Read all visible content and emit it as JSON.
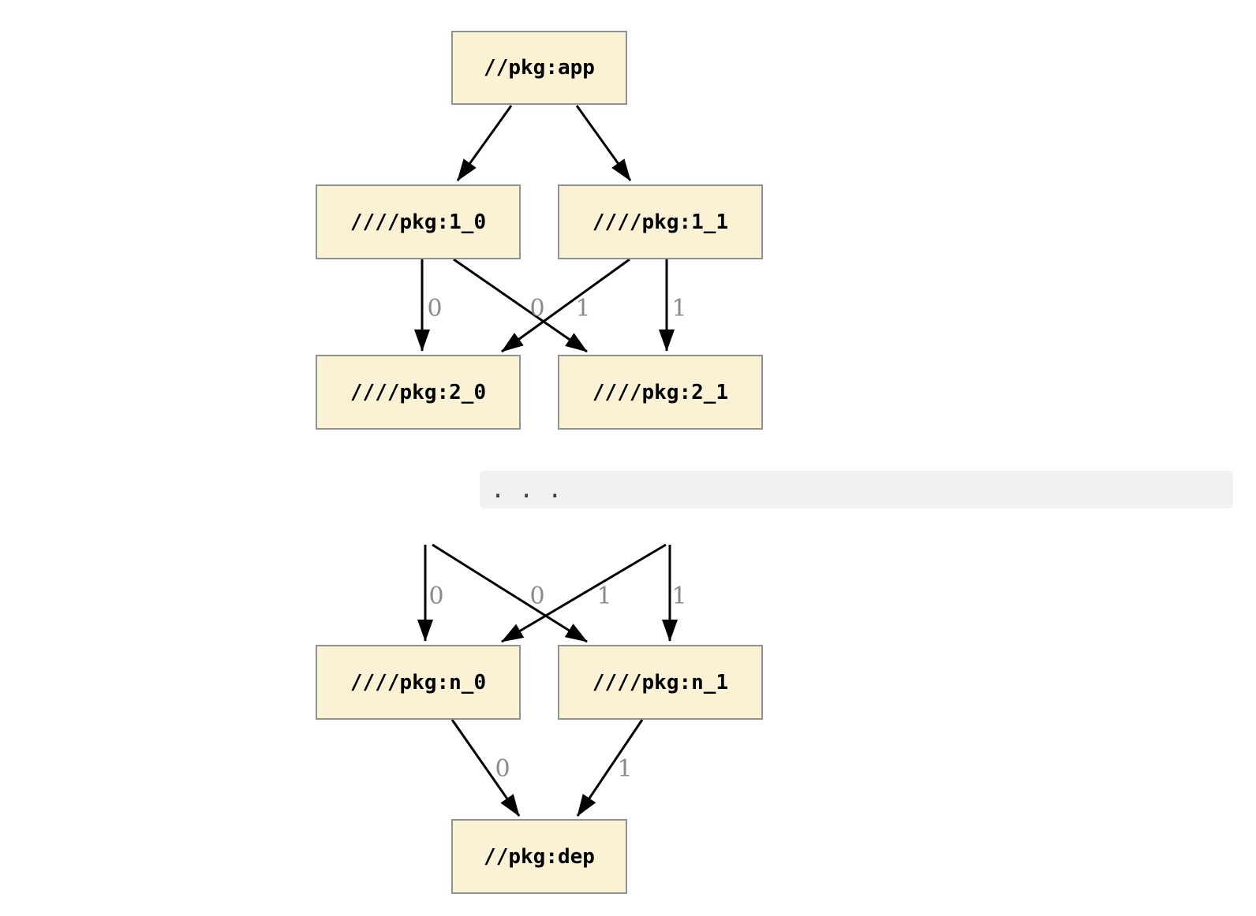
{
  "diagram": {
    "nodes": {
      "app": "//pkg:app",
      "v1_0": "////pkg:1_0",
      "v1_1": "////pkg:1_1",
      "v2_0": "////pkg:2_0",
      "v2_1": "////pkg:2_1",
      "vn_0": "////pkg:n_0",
      "vn_1": "////pkg:n_1",
      "dep": "//pkg:dep"
    },
    "ellipsis": ". . .",
    "edges": [
      {
        "from": "app",
        "to": "1_0",
        "label": ""
      },
      {
        "from": "app",
        "to": "1_1",
        "label": ""
      },
      {
        "from": "1_0",
        "to": "2_0",
        "label": "0"
      },
      {
        "from": "1_0",
        "to": "2_1",
        "label": "1"
      },
      {
        "from": "1_1",
        "to": "2_0",
        "label": "0"
      },
      {
        "from": "1_1",
        "to": "2_1",
        "label": "1"
      },
      {
        "from": "ellipsis-left",
        "to": "n_0",
        "label": "0"
      },
      {
        "from": "ellipsis-left",
        "to": "n_1",
        "label": "1"
      },
      {
        "from": "ellipsis-right",
        "to": "n_0",
        "label": "0"
      },
      {
        "from": "ellipsis-right",
        "to": "n_1",
        "label": "1"
      },
      {
        "from": "n_0",
        "to": "dep",
        "label": "0"
      },
      {
        "from": "n_1",
        "to": "dep",
        "label": "1"
      }
    ],
    "colors": {
      "node_fill": "#FBF2D5",
      "node_border": "#8D9293",
      "edge": "#000000",
      "edge_label": "#8A8A8A",
      "ellipsis_bg": "#F1F1F1"
    }
  }
}
